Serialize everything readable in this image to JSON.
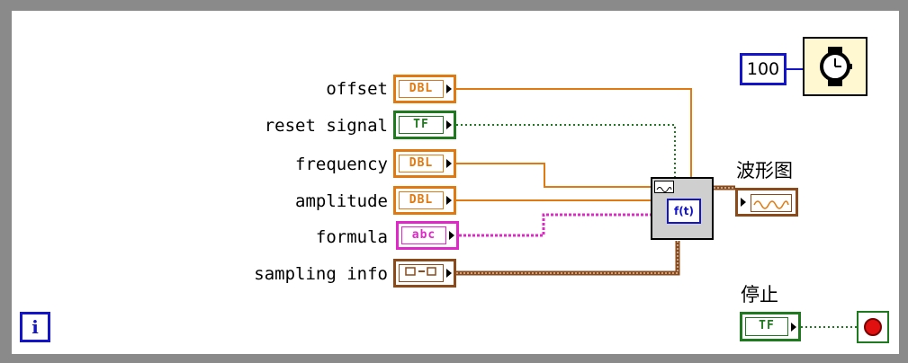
{
  "diagram": {
    "inputs": [
      {
        "label": "offset",
        "type": "DBL"
      },
      {
        "label": "reset signal",
        "type": "TF"
      },
      {
        "label": "frequency",
        "type": "DBL"
      },
      {
        "label": "amplitude",
        "type": "DBL"
      },
      {
        "label": "formula",
        "type": "abc"
      },
      {
        "label": "sampling info",
        "type": "cluster"
      }
    ],
    "wait_ms_constant": "100",
    "graph_label": "波形图",
    "stop_label": "停止",
    "stop_type": "TF",
    "express_vi_text": "f(t)",
    "iteration_terminal": "i"
  },
  "icons": {
    "wait": "wait-ms-clock-icon",
    "express_vi": "simulate-signal-icon",
    "graph": "waveform-graph-icon",
    "stop": "loop-stop-condition-icon",
    "iteration": "loop-iteration-icon"
  },
  "colors": {
    "frame": "#8a8a8a",
    "dbl": "#e07a10",
    "bool": "#1f7a1f",
    "string": "#e028c8",
    "cluster": "#8a4a1a",
    "i32": "#1414c8"
  }
}
